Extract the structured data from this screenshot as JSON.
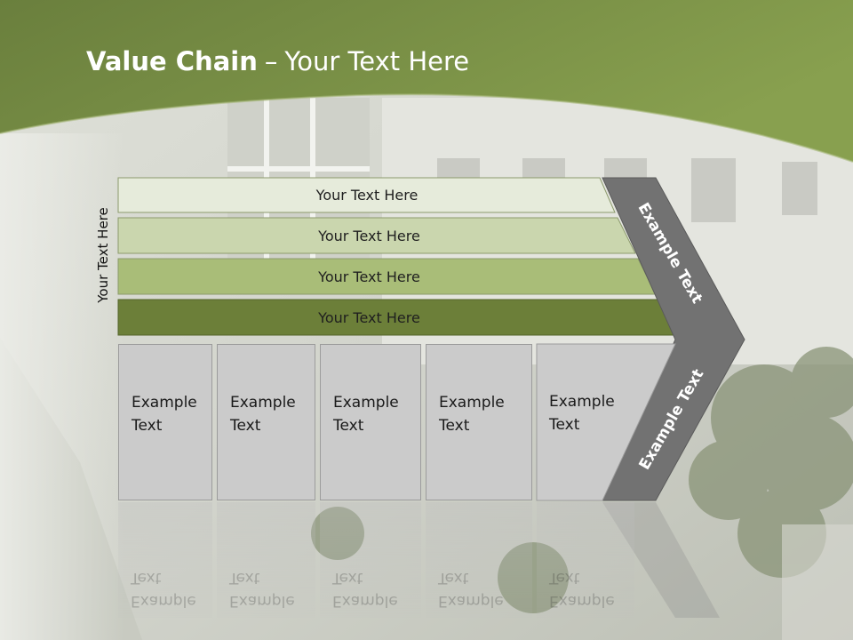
{
  "title": {
    "bold": "Value Chain",
    "separator": "–",
    "rest": "Your Text Here"
  },
  "side_label": "Your Text Here",
  "rows": [
    {
      "label": "Your Text Here",
      "color": "#e6ebdb"
    },
    {
      "label": "Your Text Here",
      "color": "#cad6ae"
    },
    {
      "label": "Your Text Here",
      "color": "#a9bd78"
    },
    {
      "label": "Your Text Here",
      "color": "#6c7f39"
    }
  ],
  "columns": [
    {
      "line1": "Example",
      "line2": "Text"
    },
    {
      "line1": "Example",
      "line2": "Text"
    },
    {
      "line1": "Example",
      "line2": "Text"
    },
    {
      "line1": "Example",
      "line2": "Text"
    },
    {
      "line1": "Example",
      "line2": "Text"
    }
  ],
  "chevron": {
    "upper": "Example Text",
    "lower": "Example Text",
    "color": "#727272"
  },
  "colors": {
    "header": "#6d8240",
    "header_light": "#8aa052"
  }
}
